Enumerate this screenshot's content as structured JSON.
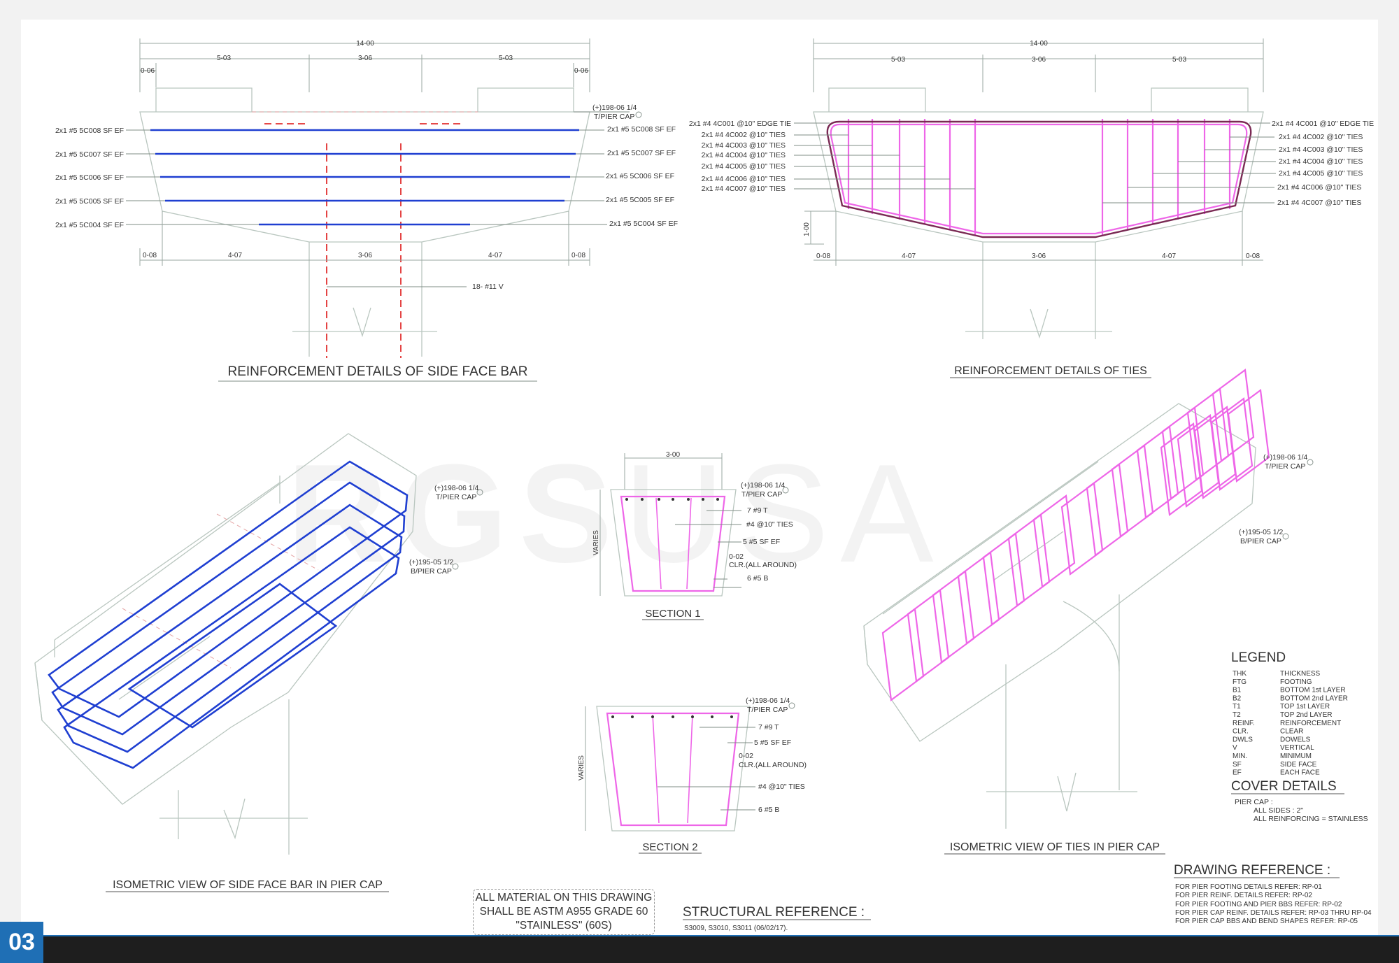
{
  "page_number": "03",
  "watermark": {
    "bold": "RGS",
    "light": "USA"
  },
  "titles": {
    "side_face": "REINFORCEMENT DETAILS OF SIDE FACE BAR",
    "ties": "REINFORCEMENT DETAILS OF TIES",
    "iso_side_face": "ISOMETRIC VIEW OF SIDE FACE BAR IN PIER CAP",
    "iso_ties": "ISOMETRIC VIEW OF TIES IN PIER CAP",
    "section1": "SECTION 1",
    "section2": "SECTION 2"
  },
  "dims": {
    "total": "14-00",
    "side": "5-03",
    "middle": "3-06",
    "edge_small": "0-06",
    "bottom_edge": "0-08",
    "bottom_side": "4-07",
    "height": "1-00",
    "section_width": "3-00",
    "varies": "VARIES"
  },
  "elevations": {
    "top": "(+)198-06 1/4",
    "top_label": "T/PIER CAP",
    "bottom": "(+)195-05 1/2",
    "bottom_label": "B/PIER CAP"
  },
  "side_face_bars": {
    "left": [
      "2x1 #5 5C008 SF EF",
      "2x1 #5 5C007 SF EF",
      "2x1 #5 5C006 SF EF",
      "2x1 #5 5C005 SF EF",
      "2x1 #5 5C004 SF EF"
    ],
    "right": [
      "2x1 #5 5C008 SF EF",
      "2x1 #5 5C007 SF EF",
      "2x1 #5 5C006 SF EF",
      "2x1 #5 5C005 SF EF",
      "2x1 #5 5C004 SF EF"
    ],
    "vertical": "18- #11 V"
  },
  "ties": {
    "left": [
      "2x1 #4 4C001 @10\" EDGE TIE",
      "2x1 #4 4C002 @10\" TIES",
      "2x1 #4 4C003 @10\" TIES",
      "2x1 #4 4C004 @10\" TIES",
      "2x1 #4 4C005 @10\" TIES",
      "2x1 #4 4C006 @10\" TIES",
      "2x1 #4 4C007 @10\" TIES"
    ],
    "right": [
      "2x1 #4 4C001 @10\" EDGE TIE",
      "2x1 #4 4C002 @10\" TIES",
      "2x1 #4 4C003 @10\" TIES",
      "2x1 #4 4C004 @10\" TIES",
      "2x1 #4 4C005 @10\" TIES",
      "2x1 #4 4C006 @10\" TIES",
      "2x1 #4 4C007 @10\" TIES"
    ]
  },
  "section_labels": {
    "top_bars": "7 #9  T",
    "ties": "#4 @10\" TIES",
    "side_face": "5 #5 SF EF",
    "clear": "0-02",
    "clear_note": "CLR.(ALL AROUND)",
    "bottom_bars": "6 #5 B",
    "top_bars_s2": "7 #9 T"
  },
  "legend": {
    "title": "LEGEND",
    "items": [
      {
        "abbr": "THK",
        "meaning": "THICKNESS"
      },
      {
        "abbr": "FTG",
        "meaning": "FOOTING"
      },
      {
        "abbr": "B1",
        "meaning": "BOTTOM 1st LAYER"
      },
      {
        "abbr": "B2",
        "meaning": "BOTTOM 2nd LAYER"
      },
      {
        "abbr": "T1",
        "meaning": "TOP 1st LAYER"
      },
      {
        "abbr": "T2",
        "meaning": "TOP 2nd LAYER"
      },
      {
        "abbr": "REINF.",
        "meaning": "REINFORCEMENT"
      },
      {
        "abbr": "CLR.",
        "meaning": "CLEAR"
      },
      {
        "abbr": "DWLS",
        "meaning": "DOWELS"
      },
      {
        "abbr": "V",
        "meaning": "VERTICAL"
      },
      {
        "abbr": "MIN.",
        "meaning": "MINIMUM"
      },
      {
        "abbr": "SF",
        "meaning": "SIDE FACE"
      },
      {
        "abbr": "EF",
        "meaning": "EACH FACE"
      }
    ]
  },
  "cover": {
    "title": "COVER DETAILS",
    "line1": "PIER CAP :",
    "line2": "ALL SIDES : 2\"",
    "line3": "ALL REINFORCING = STAINLESS"
  },
  "drawing_reference": {
    "title": "DRAWING REFERENCE :",
    "lines": [
      "FOR PIER FOOTING DETAILS REFER: RP-01",
      "FOR PIER REINF. DETAILS REFER: RP-02",
      "FOR PIER FOOTING AND PIER BBS REFER: RP-02",
      "FOR PIER CAP REINF. DETAILS REFER: RP-03 THRU RP-04",
      "FOR PIER CAP BBS AND BEND SHAPES REFER: RP-05"
    ]
  },
  "structural_reference": {
    "title": "STRUCTURAL REFERENCE :",
    "text": "S3009, S3010, S3011 (06/02/17)."
  },
  "material_note": {
    "line1": "ALL MATERIAL ON THIS DRAWING",
    "line2": "SHALL BE ASTM A955 GRADE 60",
    "line3": "\"STAINLESS\" (60S)"
  },
  "colors": {
    "side_face_bar": "#1f3fd1",
    "ties": "#ee66e8",
    "edge_tie": "#7a2a54",
    "vertical_bar": "#e23030",
    "accent": "#1f6fb5",
    "footer": "#1e1e1e"
  }
}
